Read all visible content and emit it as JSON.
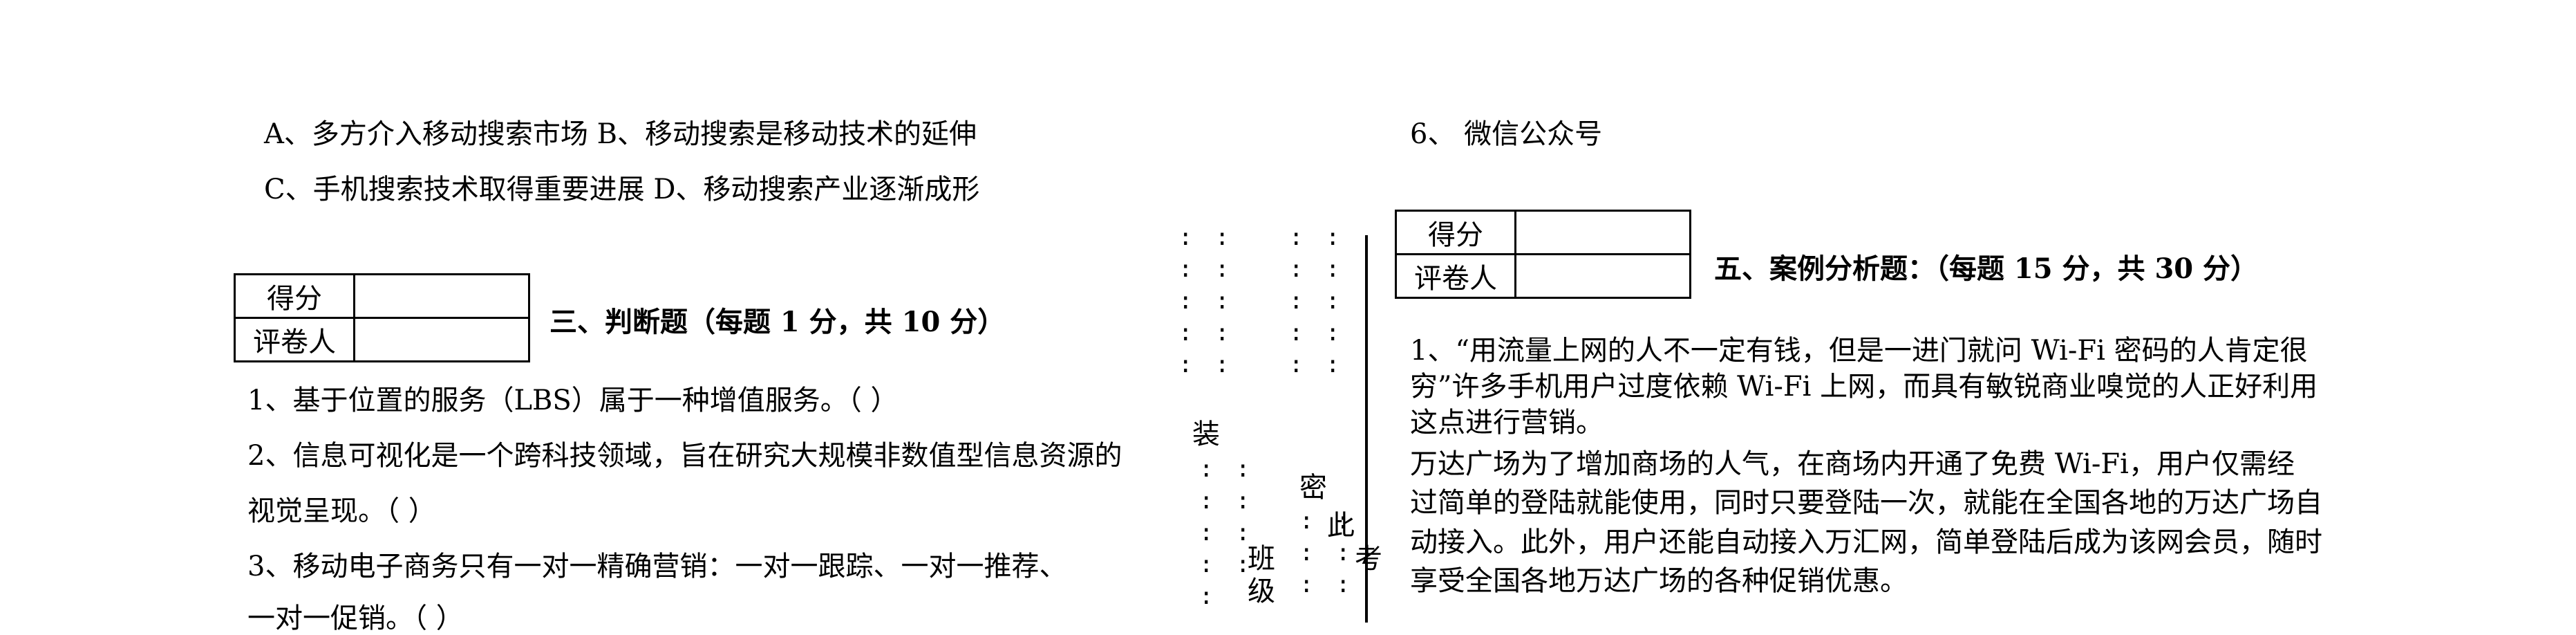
{
  "left": {
    "options": [
      "A、多方介入移动搜索市场 B、移动搜索是移动技术的延伸",
      "C、手机搜索技术取得重要进展 D、移动搜索产业逐渐成形"
    ],
    "score_table": {
      "score_label": "得分",
      "grader_label": "评卷人"
    },
    "section_title": "三、判断题（每题 1 分，共 10 分）",
    "questions": [
      "1、基于位置的服务（LBS）属于一种增值服务。（ ）",
      "2、信息可视化是一个跨科技领域，旨在研究大规模非数值型信息资源的",
      "视觉呈现。（ ）",
      "3、移动电子商务只有一对一精确营销：一对一跟踪、一对一推荐、",
      "一对一促销。（ ）"
    ]
  },
  "binding": {
    "chars": [
      "装",
      "密",
      "此",
      "班",
      "级",
      "考"
    ]
  },
  "right": {
    "item6": "6、 微信公众号",
    "score_table": {
      "score_label": "得分",
      "grader_label": "评卷人"
    },
    "section_title": "五、案例分析题：（每题 15 分，共 30 分）",
    "case_lines": [
      "1、“用流量上网的人不一定有钱，但是一进门就问 Wi-Fi 密码的人肯定很",
      "穷”许多手机用户过度依赖 Wi-Fi 上网，而具有敏锐商业嗅觉的人正好利用",
      "这点进行营销。",
      "  万达广场为了增加商场的人气，在商场内开通了免费 Wi-Fi，用户仅需经",
      "过简单的登陆就能使用，同时只要登陆一次，就能在全国各地的万达广场自",
      "动接入。此外，用户还能自动接入万汇网，简单登陆后成为该网会员，随时",
      "享受全国各地万达广场的各种促销优惠。"
    ]
  }
}
